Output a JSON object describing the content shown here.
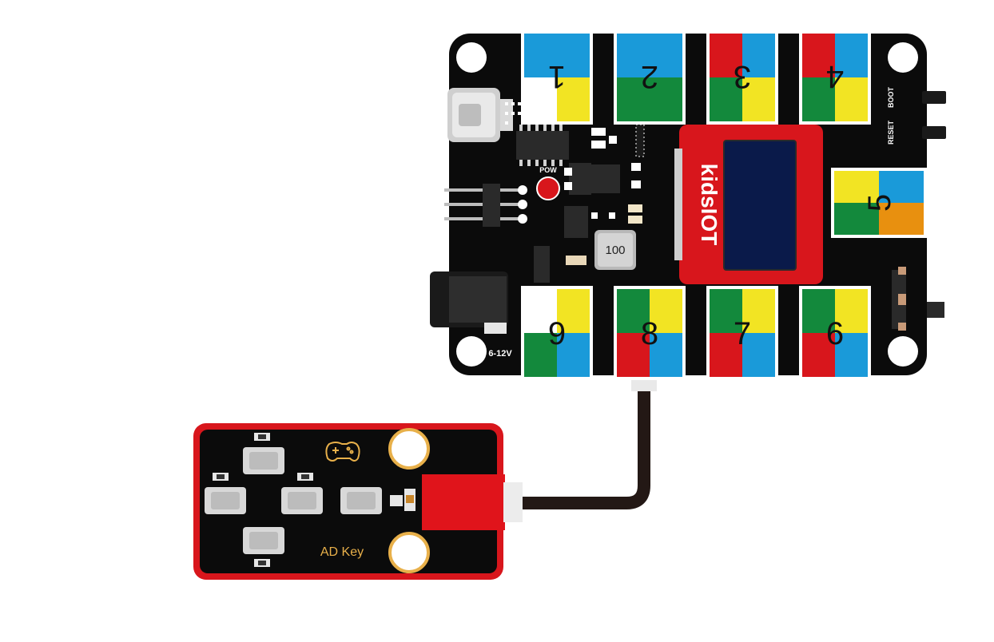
{
  "board": {
    "brand": "kidsIOT",
    "power_label": "POW",
    "boot_label": "BOOT",
    "reset_label": "RESET",
    "voltage_label": "6-12V",
    "inductor_label": "100",
    "ports": [
      {
        "label": "1",
        "colors": [
          "#1a9ad9",
          "#1a9ad9",
          "#ffffff",
          "#f2e423"
        ]
      },
      {
        "label": "2",
        "colors": [
          "#1a9ad9",
          "#1a9ad9",
          "#13893c",
          "#13893c"
        ]
      },
      {
        "label": "3",
        "colors": [
          "#d8161c",
          "#1a9ad9",
          "#13893c",
          "#f2e423"
        ]
      },
      {
        "label": "4",
        "colors": [
          "#d8161c",
          "#1a9ad9",
          "#13893c",
          "#f2e423"
        ]
      },
      {
        "label": "5",
        "colors": [
          "#f2e423",
          "#1a9ad9",
          "#13893c",
          "#e8900f"
        ]
      },
      {
        "label": "6",
        "colors": [
          "#13893c",
          "#f2e423",
          "#d8161c",
          "#1a9ad9"
        ]
      },
      {
        "label": "7",
        "colors": [
          "#13893c",
          "#f2e423",
          "#d8161c",
          "#1a9ad9"
        ]
      },
      {
        "label": "8",
        "colors": [
          "#13893c",
          "#f2e423",
          "#d8161c",
          "#1a9ad9"
        ]
      },
      {
        "label": "9",
        "colors": [
          "#ffffff",
          "#f2e423",
          "#13893c",
          "#1a9ad9"
        ]
      }
    ]
  },
  "module": {
    "label": "AD Key",
    "label_color": "#e8b04a",
    "border_color": "#d8161c",
    "connector_color": "#e0141b"
  },
  "colors": {
    "pcb": "#0b0b0b",
    "cable": "#231815",
    "oled_frame": "#d8161c",
    "oled_screen": "#0a1a4a",
    "pow_led": "#d8161c"
  }
}
